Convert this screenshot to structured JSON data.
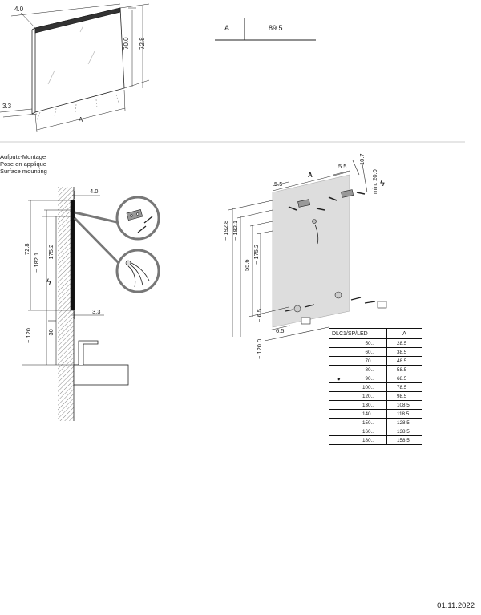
{
  "top_view": {
    "dims": [
      "4.0",
      "70.0",
      "72.8",
      "3.3",
      "A"
    ]
  },
  "top_table": {
    "col_a": "A",
    "value": "89.5"
  },
  "mounting_title": [
    "Aufputz-Montage",
    "Pose en applique",
    "Surface mounting"
  ],
  "side_view": {
    "dims": [
      "4.0",
      "72.8",
      "~ 182.1",
      "~ 175.2",
      "3.3",
      "~ 120",
      "~ 30"
    ]
  },
  "front_view": {
    "dims": [
      "5.5",
      "A",
      "5.5",
      "10.7",
      "min. 20.0",
      "~ 192.8",
      "~ 182.1",
      "~ 175.2",
      "55.6",
      "~ 6.5",
      "6.5",
      "~ 120.0"
    ]
  },
  "table": {
    "headers": [
      "DLC1/SP/LED",
      "A"
    ],
    "rows": [
      {
        "model": "50..",
        "a": "28.5"
      },
      {
        "model": "60..",
        "a": "38.5"
      },
      {
        "model": "70..",
        "a": "48.5"
      },
      {
        "model": "80..",
        "a": "58.5"
      },
      {
        "model": "90..",
        "a": "68.5"
      },
      {
        "model": "100..",
        "a": "78.5"
      },
      {
        "model": "120..",
        "a": "98.5"
      },
      {
        "model": "130..",
        "a": "108.5"
      },
      {
        "model": "140..",
        "a": "118.5"
      },
      {
        "model": "150..",
        "a": "128.5"
      },
      {
        "model": "160..",
        "a": "138.5"
      },
      {
        "model": "180..",
        "a": "158.5"
      }
    ]
  },
  "date": "01.11.2022"
}
